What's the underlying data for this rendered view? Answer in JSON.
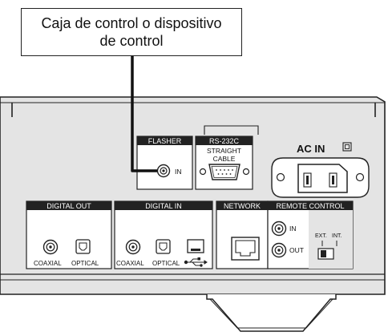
{
  "callout": {
    "line1": "Caja de control o dispositivo",
    "line2": "de control"
  },
  "panel": {
    "flasher": {
      "header": "FLASHER",
      "jack_label": "IN"
    },
    "rs232c": {
      "header": "RS-232C",
      "line1": "STRAIGHT",
      "line2": "CABLE"
    },
    "ac_in": {
      "label": "AC IN",
      "symbol": "class-ii-square-icon"
    },
    "digital_out": {
      "header": "DIGITAL OUT",
      "coaxial": "COAXIAL",
      "optical": "OPTICAL"
    },
    "digital_in": {
      "header": "DIGITAL IN",
      "coaxial": "COAXIAL",
      "optical": "OPTICAL",
      "usb_symbol": "usb-icon"
    },
    "network": {
      "header": "NETWORK"
    },
    "remote_control": {
      "header": "REMOTE CONTROL",
      "in": "IN",
      "out": "OUT",
      "ext": "EXT.",
      "int": "INT."
    }
  }
}
